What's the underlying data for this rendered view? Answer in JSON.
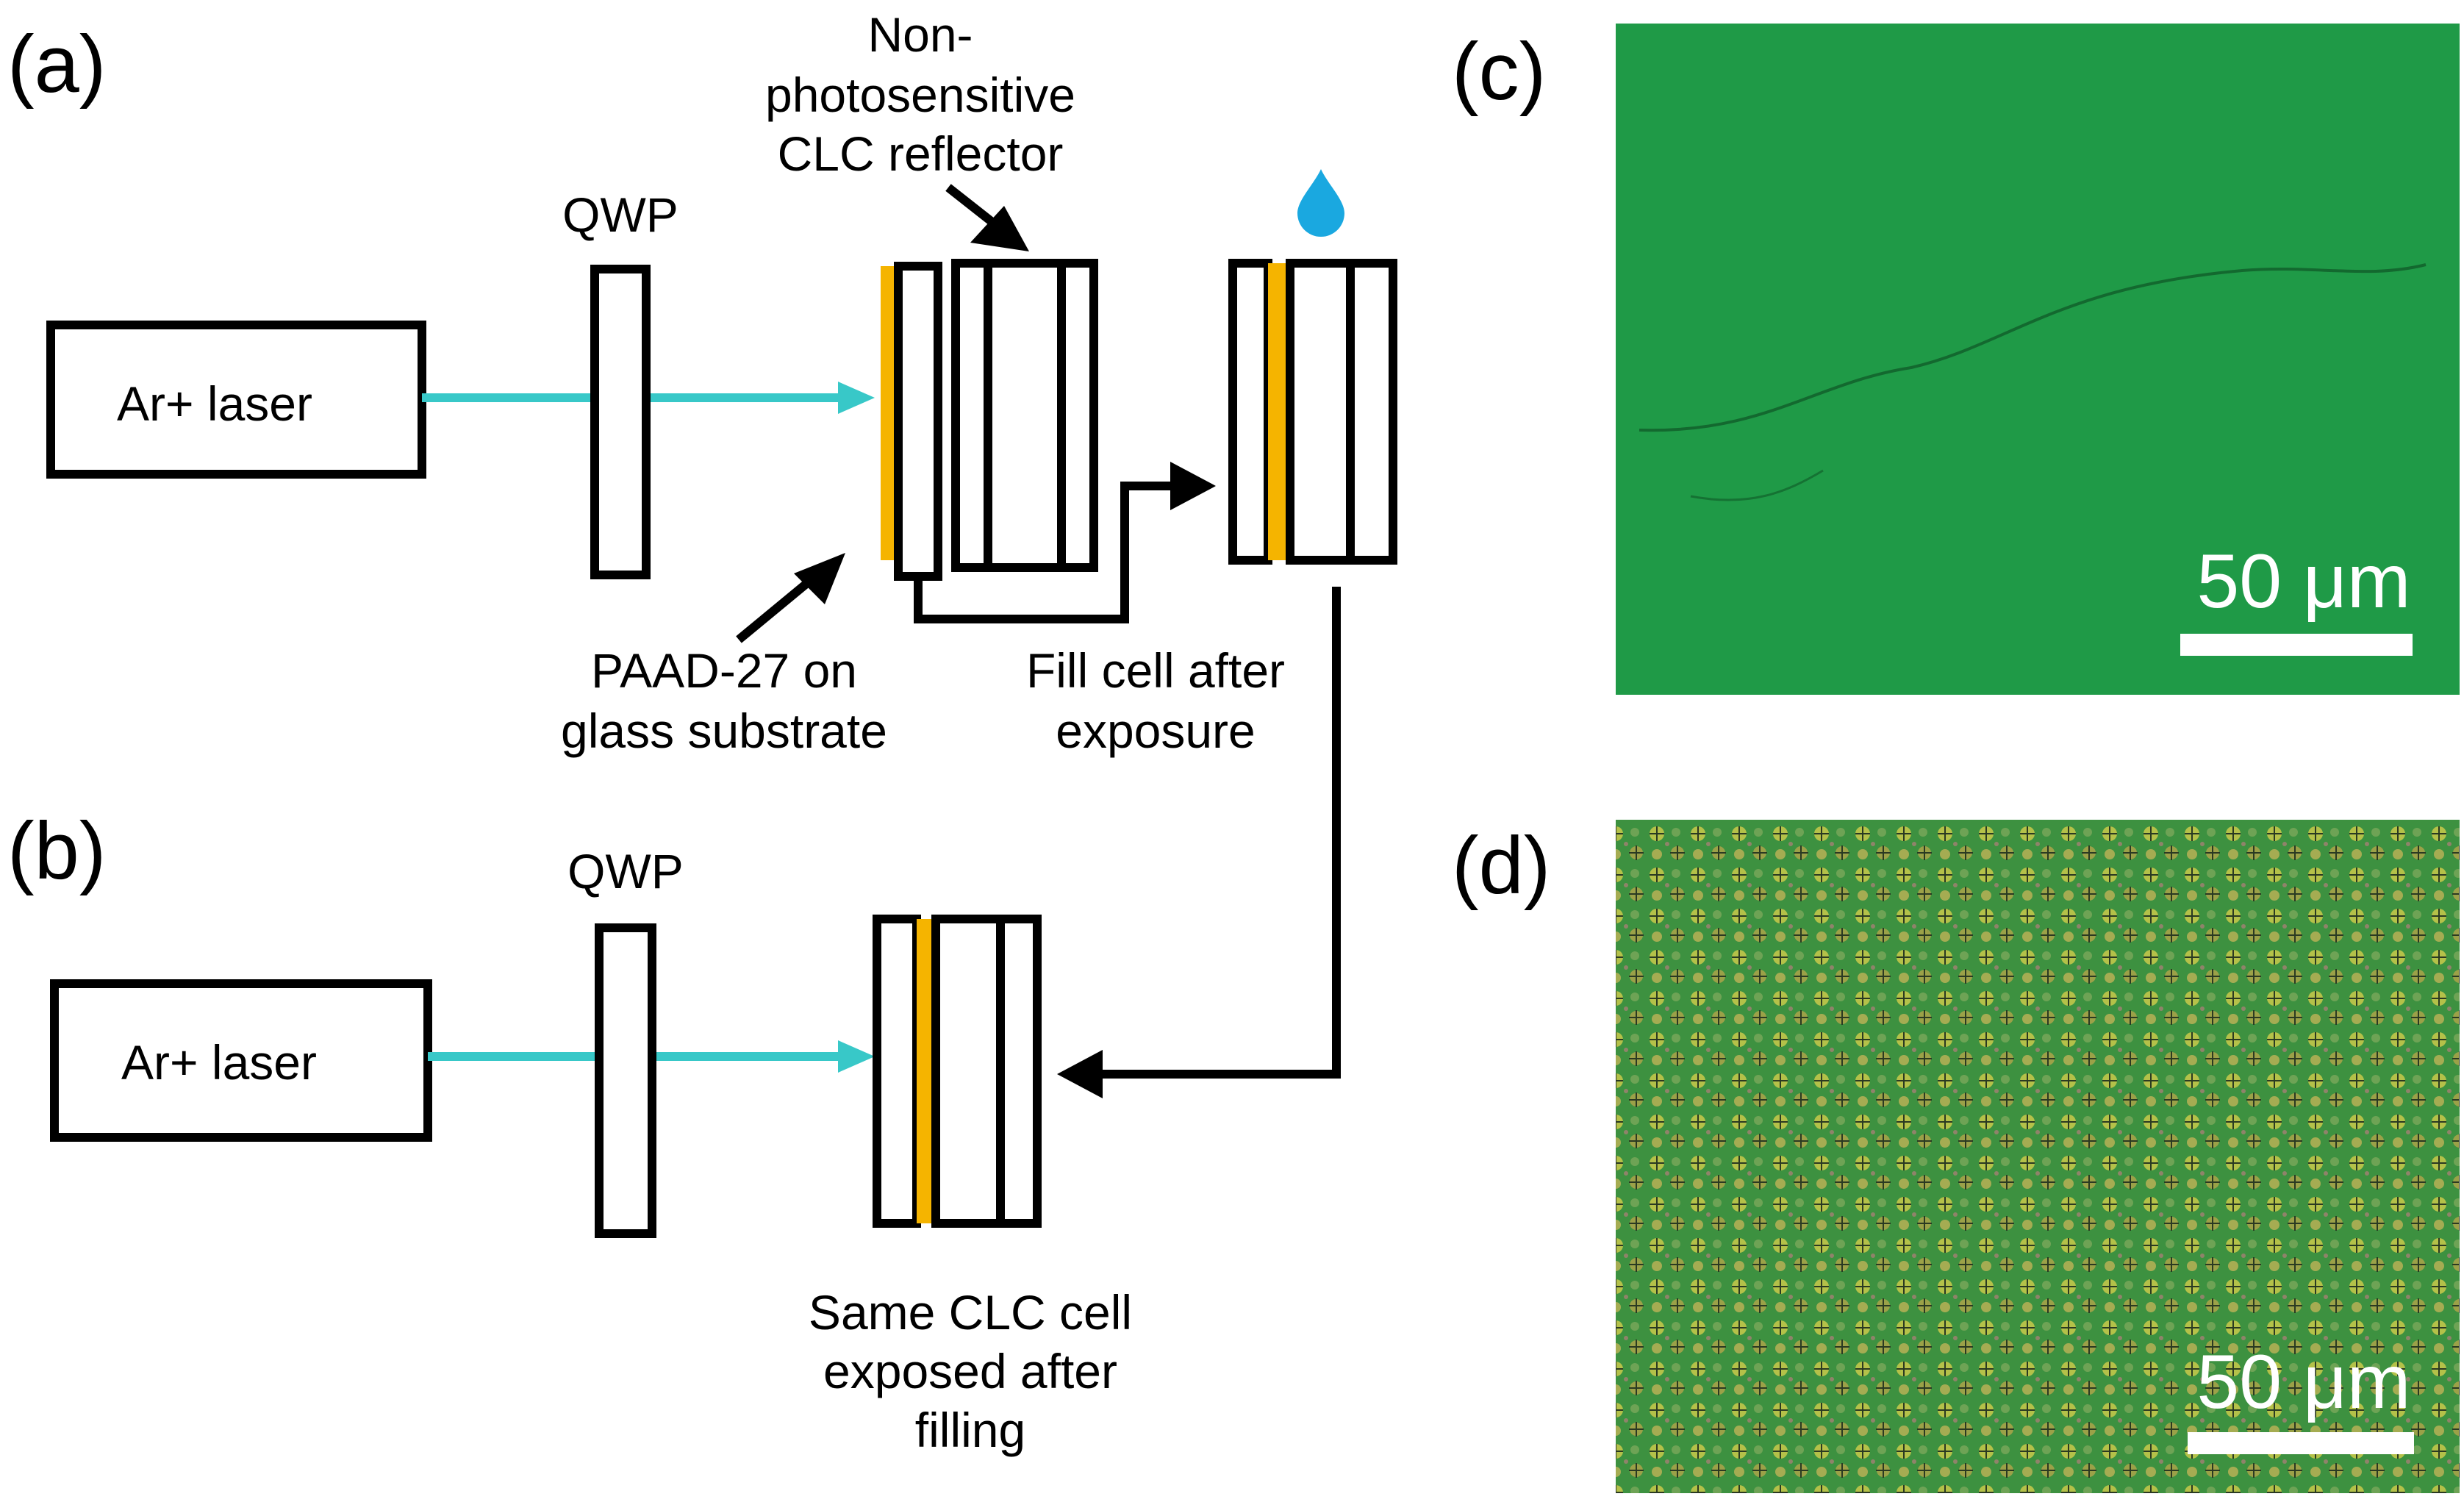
{
  "panels": {
    "a": "(a)",
    "b": "(b)",
    "c": "(c)",
    "d": "(d)"
  },
  "labels": {
    "qwp_a": "QWP",
    "qwp_b": "QWP",
    "laser_a": "Ar+ laser",
    "laser_b": "Ar+ laser",
    "reflector": [
      "Non-",
      "photosensitive",
      "CLC reflector"
    ],
    "paad": [
      "PAAD-27 on",
      "glass substrate"
    ],
    "fill": [
      "Fill cell after",
      "exposure"
    ],
    "same": [
      "Same CLC cell",
      "exposed after",
      "filling"
    ]
  },
  "scale_bars": {
    "c": "50 μm",
    "d": "50 μm"
  },
  "colors": {
    "beam": "#38c8c8",
    "clc": "#00adef",
    "paad": "#f5b400",
    "micro_c": "#1f9a47",
    "micro_d": "#3d9140"
  },
  "icons": {
    "droplet": "droplet-icon"
  }
}
